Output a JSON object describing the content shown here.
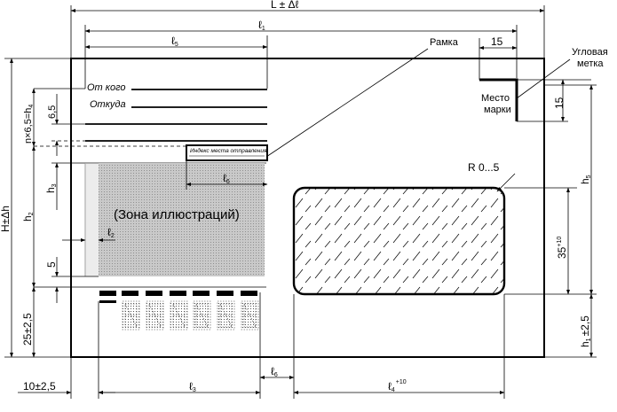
{
  "dimensions": {
    "overall_length": "L ± Δℓ",
    "l1": "ℓ",
    "l1_sub": "1",
    "l5": "ℓ",
    "l5_sub": "5",
    "l6": "ℓ",
    "l6_sub": "6",
    "l2": "ℓ",
    "l2_sub": "2",
    "l3": "ℓ",
    "l3_sub": "3",
    "l4": "ℓ",
    "l4_sub": "4",
    "l4_tol": "+10",
    "l_bottom": "ℓ",
    "l_bottom_sub": "6",
    "stamp_width": "15",
    "stamp_height": "15",
    "height": "H±Δh",
    "n_lines": "n×6,5=h",
    "n_lines_sub": "4",
    "line_pitch": "6,5",
    "h3": "h",
    "h3_sub": "3",
    "h2": "h",
    "h2_sub": "2",
    "five": "5",
    "bottom_zone": "25±2,5",
    "h1": "h",
    "h1_tol": "±2,5",
    "h1_sub": "1",
    "h5": "h",
    "h5_sub": "5",
    "window_height": "35",
    "window_height_tol": "+10",
    "left_margin": "10±2,5",
    "radius": "R 0...5"
  },
  "labels": {
    "frame": "Рамка",
    "corner_mark_1": "Угловая",
    "corner_mark_2": "метка",
    "stamp_place_1": "Место",
    "stamp_place_2": "марки",
    "from_whom": "От кого",
    "from_where": "Откуда",
    "sender_index": "Индекс места отправления",
    "illustration_zone": "(Зона иллюстраций)"
  }
}
